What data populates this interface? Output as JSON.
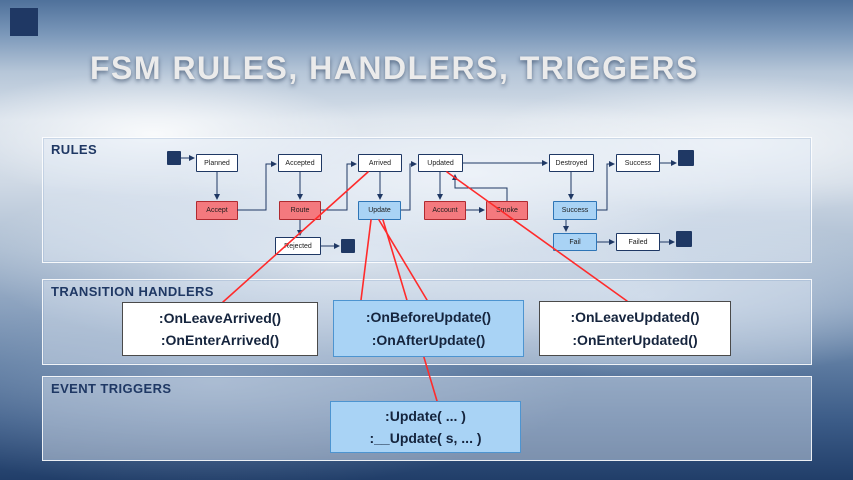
{
  "title": "FSM RULES, HANDLERS, TRIGGERS",
  "panels": {
    "rules_label": "RULES",
    "handlers_label": "TRANSITION HANDLERS",
    "triggers_label": "EVENT TRIGGERS"
  },
  "fsm": {
    "states": {
      "planned": "Planned",
      "accepted": "Accepted",
      "arrived": "Arrived",
      "updated": "Updated",
      "destroyed": "Destroyed",
      "success": "Success",
      "rejected": "Rejected",
      "failed": "Failed"
    },
    "transitions": {
      "accept": "Accept",
      "route": "Route",
      "update": "Update",
      "account": "Account",
      "smoke": "Smoke",
      "success": "Success",
      "fail": "Fail"
    }
  },
  "handler_boxes": [
    {
      "lines": [
        ":OnLeaveArrived()",
        ":OnEnterArrived()"
      ]
    },
    {
      "lines": [
        ":OnBeforeUpdate()",
        ":OnAfterUpdate()"
      ]
    },
    {
      "lines": [
        ":OnLeaveUpdated()",
        ":OnEnterUpdated()"
      ]
    }
  ],
  "trigger_box": {
    "lines": [
      ":Update( ... )",
      ":__Update( s, ... )"
    ]
  },
  "colors": {
    "accent_navy": "#1f3864",
    "transition_red": "#f4797e",
    "transition_blue": "#a9d3f5",
    "callout_line_red": "#ff2b2b"
  }
}
